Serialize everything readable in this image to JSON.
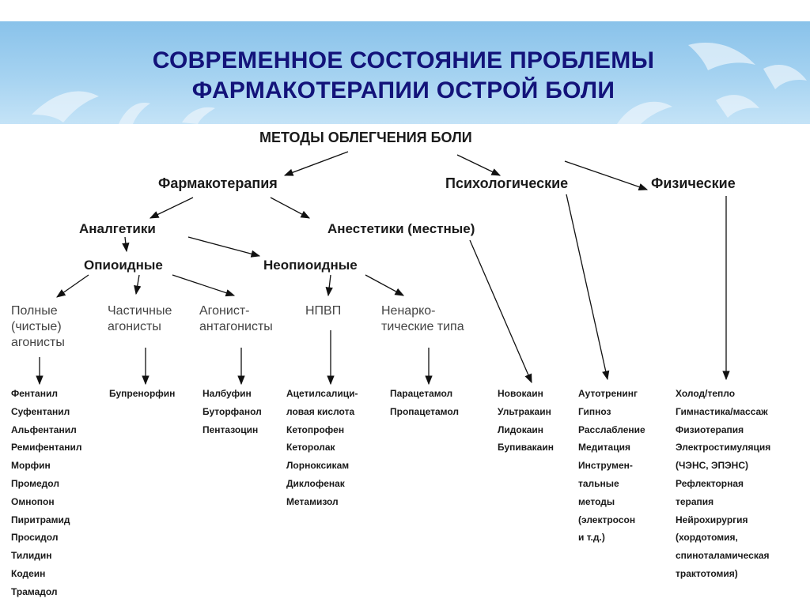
{
  "title": [
    "СОВРЕМЕННОЕ СОСТОЯНИЕ ПРОБЛЕМЫ",
    "ФАРМАКОТЕРАПИИ ОСТРОЙ БОЛИ"
  ],
  "colors": {
    "banner": "#a6d3f1",
    "title": "#13137a",
    "arrows": "#111111",
    "subtext": "#444444"
  },
  "nodes": {
    "root": "МЕТОДЫ ОБЛЕГЧЕНИЯ БОЛИ",
    "pharmacotherapy": "Фармакотерапия",
    "psychological": "Психологические",
    "physical": "Физические",
    "analgesics": "Аналгетики",
    "anesthetics": "Анестетики (местные)",
    "opioids": "Опиоидные",
    "nonopioids": "Неопиоидные"
  },
  "subcategories": {
    "full_agonists": [
      "Полные",
      "(чистые)",
      "агонисты"
    ],
    "partial_agonists": [
      "Частичные",
      "агонисты"
    ],
    "agonist_antagonists": [
      "Агонист-",
      "антагонисты"
    ],
    "nsaid": [
      "НПВП"
    ],
    "non_narcotic": [
      "Ненарко-",
      "тические типа"
    ]
  },
  "lists": {
    "full_agonists": [
      "Фентанил",
      "Суфентанил",
      "Альфентанил",
      "Ремифентанил",
      "Морфин",
      "Промедол",
      "Омнопон",
      "Пиритрамид",
      "Просидол",
      "Тилидин",
      "Кодеин",
      "Трамадол"
    ],
    "partial_agonists": [
      "Бупренорфин"
    ],
    "agonist_antagonists": [
      "Налбуфин",
      "Буторфанол",
      "Пентазоцин"
    ],
    "nsaid": [
      "Ацетилсалици-",
      "ловая кислота",
      "Кетопрофен",
      "Кеторолак",
      "Лорноксикам",
      "Диклофенак",
      "Метамизол"
    ],
    "non_narcotic": [
      "Парацетамол",
      "Пропацетамол"
    ],
    "local_anesthetics": [
      "Новокаин",
      "Ультракаин",
      "Лидокаин",
      "Бупивакаин"
    ],
    "psychological": [
      "Аутотренинг",
      "Гипноз",
      "Расслабление",
      "Медитация",
      "Инструмен-",
      "тальные",
      "методы",
      "(электросон",
      "и т.д.)"
    ],
    "physical": [
      "Холод/тепло",
      "Гимнастика/массаж",
      "Физиотерапия",
      "Электростимуляция",
      "(ЧЭНС, ЭПЭНС)",
      "Рефлекторная",
      "терапия",
      "Нейрохирургия",
      "(хордотомия,",
      "спиноталамическая",
      "трактотомия)"
    ]
  }
}
